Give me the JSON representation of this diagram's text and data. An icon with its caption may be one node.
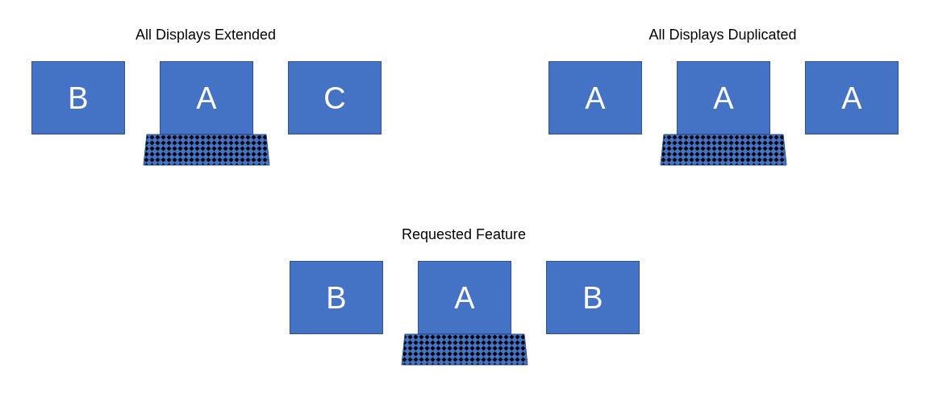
{
  "diagram": {
    "nodes": [
      {
        "text": [
          "B"
        ]
      },
      {
        "text": [
          "A"
        ]
      },
      {
        "text": [
          "C"
        ]
      },
      {
        "text": [
          "A"
        ]
      },
      {
        "text": [
          "A"
        ]
      },
      {
        "text": [
          "A"
        ]
      },
      {
        "text": [
          "B"
        ]
      },
      {
        "text": [
          "A"
        ]
      },
      {
        "text": [
          "B"
        ]
      }
    ],
    "labels": [
      "All Displays Extended",
      "All Displays Duplicated",
      "Requested Feature"
    ]
  }
}
